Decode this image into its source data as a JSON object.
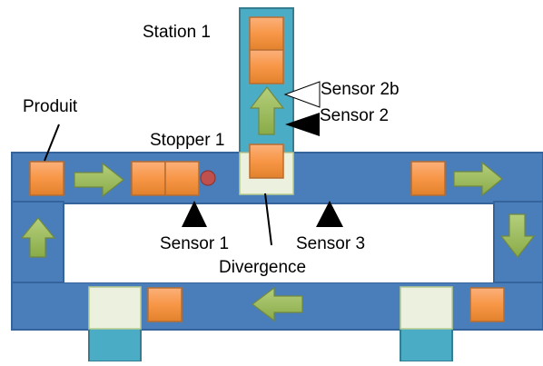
{
  "labels": {
    "station1": "Station 1",
    "produit": "Produit",
    "stopper1": "Stopper 1",
    "sensor2b": "Sensor 2b",
    "sensor2": "Sensor 2",
    "sensor1": "Sensor 1",
    "sensor3": "Sensor 3",
    "divergence": "Divergence"
  },
  "colors": {
    "conveyor": "#4a7ebb",
    "conveyor_border": "#35639c",
    "station": "#4bacc6",
    "station_border": "#357d91",
    "product": "#f79646",
    "product_border": "#b66d31",
    "arrow": "#9bbb59",
    "arrow_border": "#71893f",
    "transfer": "#ebf1de",
    "transfer_border": "#b8cc8e",
    "stopper": "#c0504d",
    "sensor": "#000000"
  }
}
